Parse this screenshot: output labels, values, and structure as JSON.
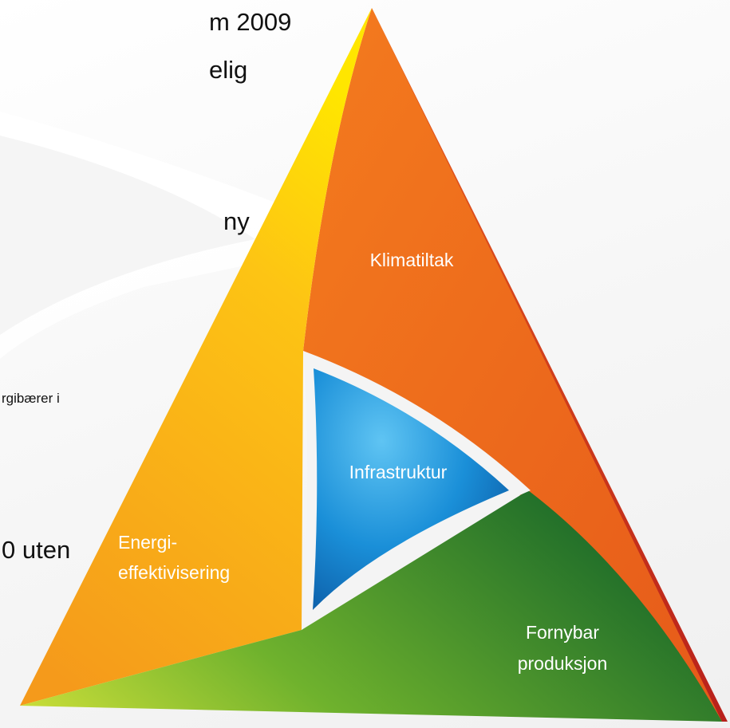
{
  "background_text": {
    "line1": "m 2009",
    "line2": "elig",
    "line3": "ny",
    "line4": "rgibærer i",
    "line5": "0 uten"
  },
  "diagram": {
    "top_segment": "Klimatiltak",
    "center": "Infrastruktur",
    "left_segment_line1": "Energi-",
    "left_segment_line2": "effektivisering",
    "bottom_segment_line1": "Fornybar",
    "bottom_segment_line2": "produksjon"
  },
  "colors": {
    "klimatiltak": "#ee6a1e",
    "energieffektivisering": "#f7a81b",
    "fornybar": "#3d9a2f",
    "infrastruktur": "#1a8fd8",
    "edge_red": "#c0231e"
  }
}
